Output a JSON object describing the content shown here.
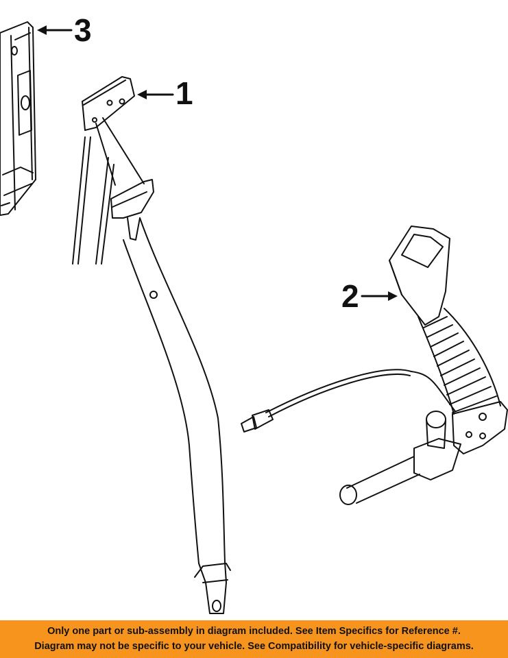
{
  "callouts": {
    "part_1": "1",
    "part_2": "2",
    "part_3": "3"
  },
  "footer": {
    "line1": "Only one part or sub-assembly in diagram included. See Item Specifics for Reference #.",
    "line2": "Diagram may not be specific to your vehicle. See Compatibility for vehicle-specific diagrams."
  },
  "colors": {
    "footer_background": "#f7941d",
    "linework": "#111111"
  }
}
